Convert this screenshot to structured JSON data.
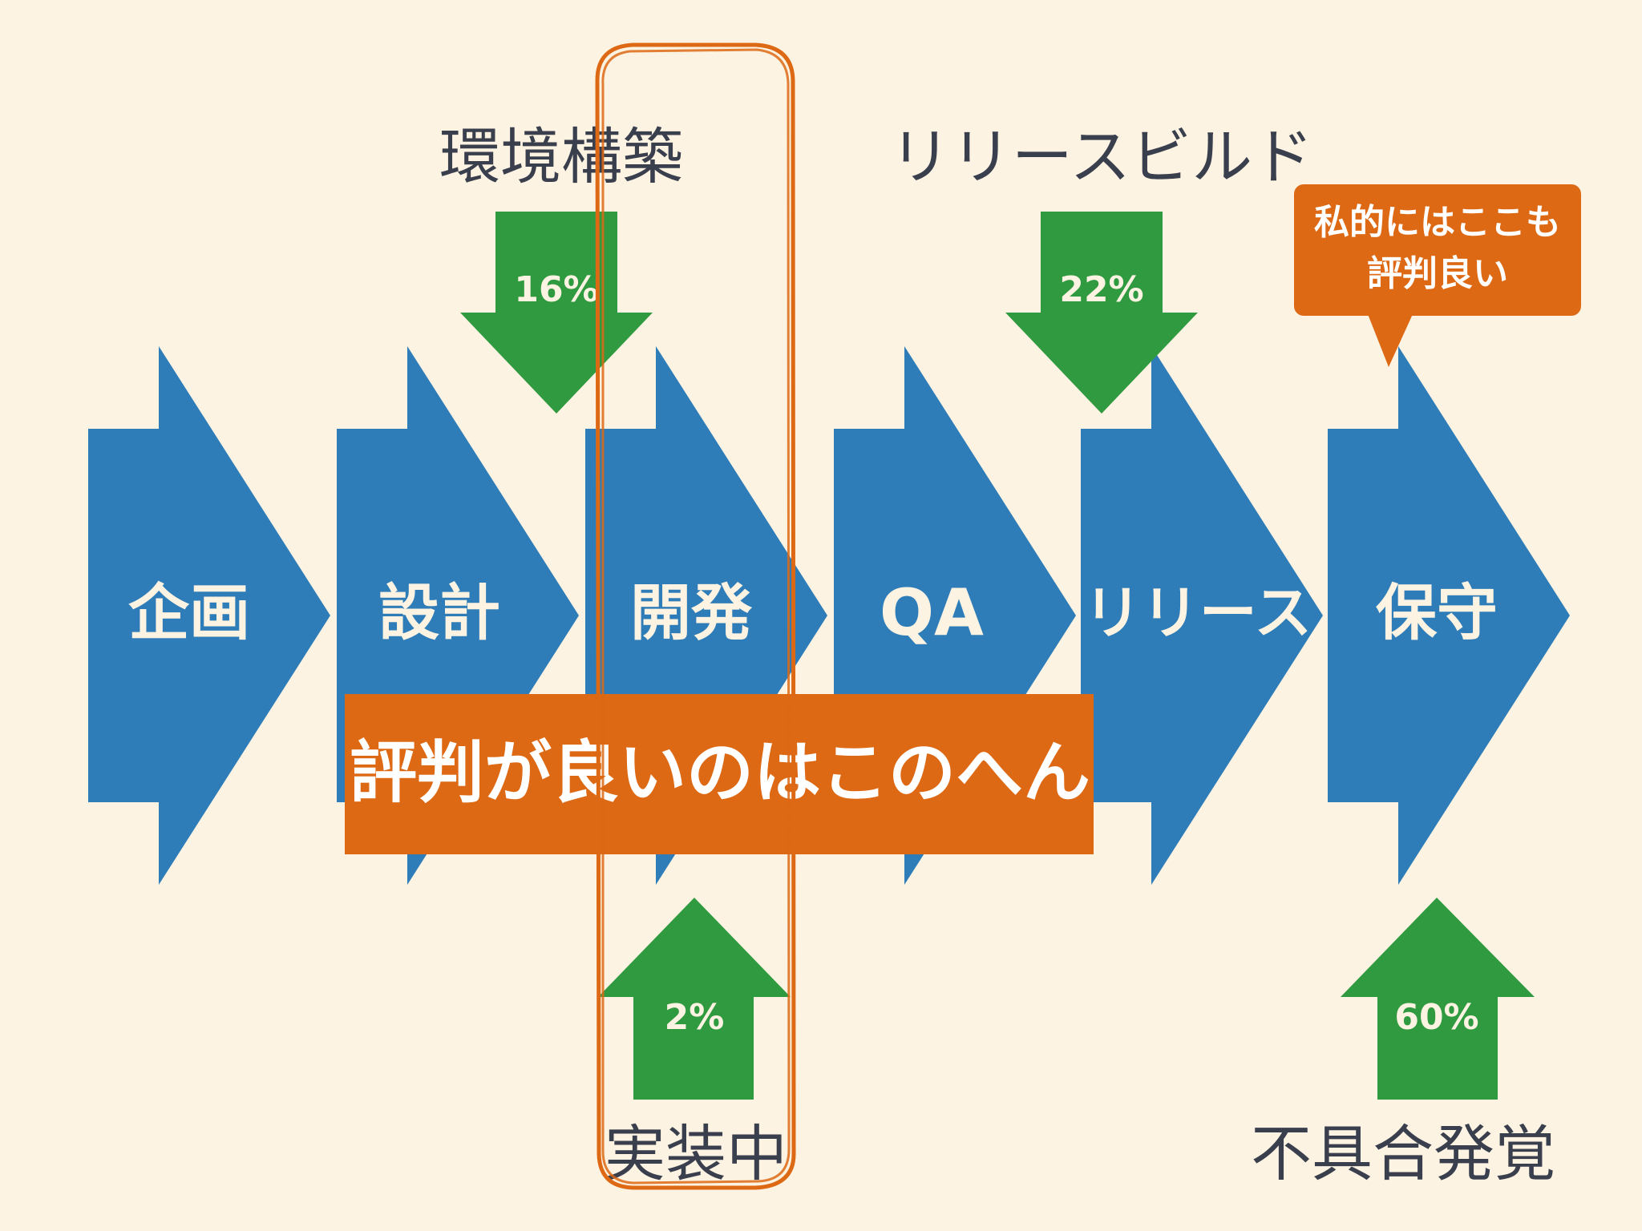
{
  "stages": [
    "企画",
    "設計",
    "開発",
    "QA",
    "リリース",
    "保守"
  ],
  "arrows": [
    {
      "percent": "16%",
      "caption": "環境構築",
      "direction": "down"
    },
    {
      "percent": "22%",
      "caption": "リリースビルド",
      "direction": "down"
    },
    {
      "percent": "2%",
      "caption": "実装中",
      "direction": "up"
    },
    {
      "percent": "60%",
      "caption": "不具合発覚",
      "direction": "up"
    }
  ],
  "banner": "評判が良いのはこのへん",
  "callout": [
    "私的にはここも",
    "評判良い"
  ],
  "colors": {
    "background": "#fdf3e2",
    "stage": "#2f7db8",
    "arrow": "#2f9a3f",
    "accent": "#dd6914",
    "text": "#3a3f4e"
  }
}
